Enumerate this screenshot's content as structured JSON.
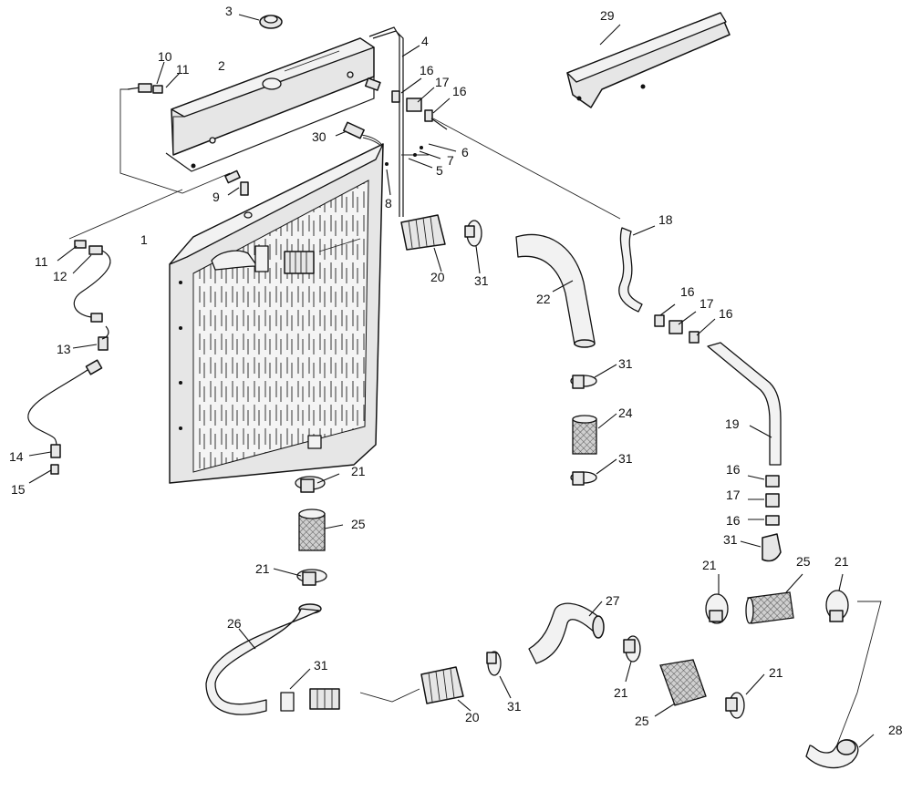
{
  "callouts": [
    {
      "id": "c1",
      "text": "1"
    },
    {
      "id": "c2",
      "text": "2"
    },
    {
      "id": "c3",
      "text": "3"
    },
    {
      "id": "c4",
      "text": "4"
    },
    {
      "id": "c5",
      "text": "5"
    },
    {
      "id": "c6",
      "text": "6"
    },
    {
      "id": "c7",
      "text": "7"
    },
    {
      "id": "c8",
      "text": "8"
    },
    {
      "id": "c9",
      "text": "9"
    },
    {
      "id": "c10",
      "text": "10"
    },
    {
      "id": "c11a",
      "text": "11"
    },
    {
      "id": "c11b",
      "text": "11"
    },
    {
      "id": "c12",
      "text": "12"
    },
    {
      "id": "c13",
      "text": "13"
    },
    {
      "id": "c14",
      "text": "14"
    },
    {
      "id": "c15",
      "text": "15"
    },
    {
      "id": "c16a",
      "text": "16"
    },
    {
      "id": "c16b",
      "text": "16"
    },
    {
      "id": "c16c",
      "text": "16"
    },
    {
      "id": "c16d",
      "text": "16"
    },
    {
      "id": "c16e",
      "text": "16"
    },
    {
      "id": "c16f",
      "text": "16"
    },
    {
      "id": "c17a",
      "text": "17"
    },
    {
      "id": "c17b",
      "text": "17"
    },
    {
      "id": "c17c",
      "text": "17"
    },
    {
      "id": "c18",
      "text": "18"
    },
    {
      "id": "c19",
      "text": "19"
    },
    {
      "id": "c20a",
      "text": "20"
    },
    {
      "id": "c20b",
      "text": "20"
    },
    {
      "id": "c21a",
      "text": "21"
    },
    {
      "id": "c21b",
      "text": "21"
    },
    {
      "id": "c21c",
      "text": "21"
    },
    {
      "id": "c21d",
      "text": "21"
    },
    {
      "id": "c21e",
      "text": "21"
    },
    {
      "id": "c21f",
      "text": "21"
    },
    {
      "id": "c22",
      "text": "22"
    },
    {
      "id": "c24",
      "text": "24"
    },
    {
      "id": "c25a",
      "text": "25"
    },
    {
      "id": "c25b",
      "text": "25"
    },
    {
      "id": "c25c",
      "text": "25"
    },
    {
      "id": "c26",
      "text": "26"
    },
    {
      "id": "c27",
      "text": "27"
    },
    {
      "id": "c28",
      "text": "28"
    },
    {
      "id": "c29",
      "text": "29"
    },
    {
      "id": "c30",
      "text": "30"
    },
    {
      "id": "c31a",
      "text": "31"
    },
    {
      "id": "c31b",
      "text": "31"
    },
    {
      "id": "c31c",
      "text": "31"
    },
    {
      "id": "c31d",
      "text": "31"
    },
    {
      "id": "c31e",
      "text": "31"
    },
    {
      "id": "c31f",
      "text": "31"
    }
  ]
}
